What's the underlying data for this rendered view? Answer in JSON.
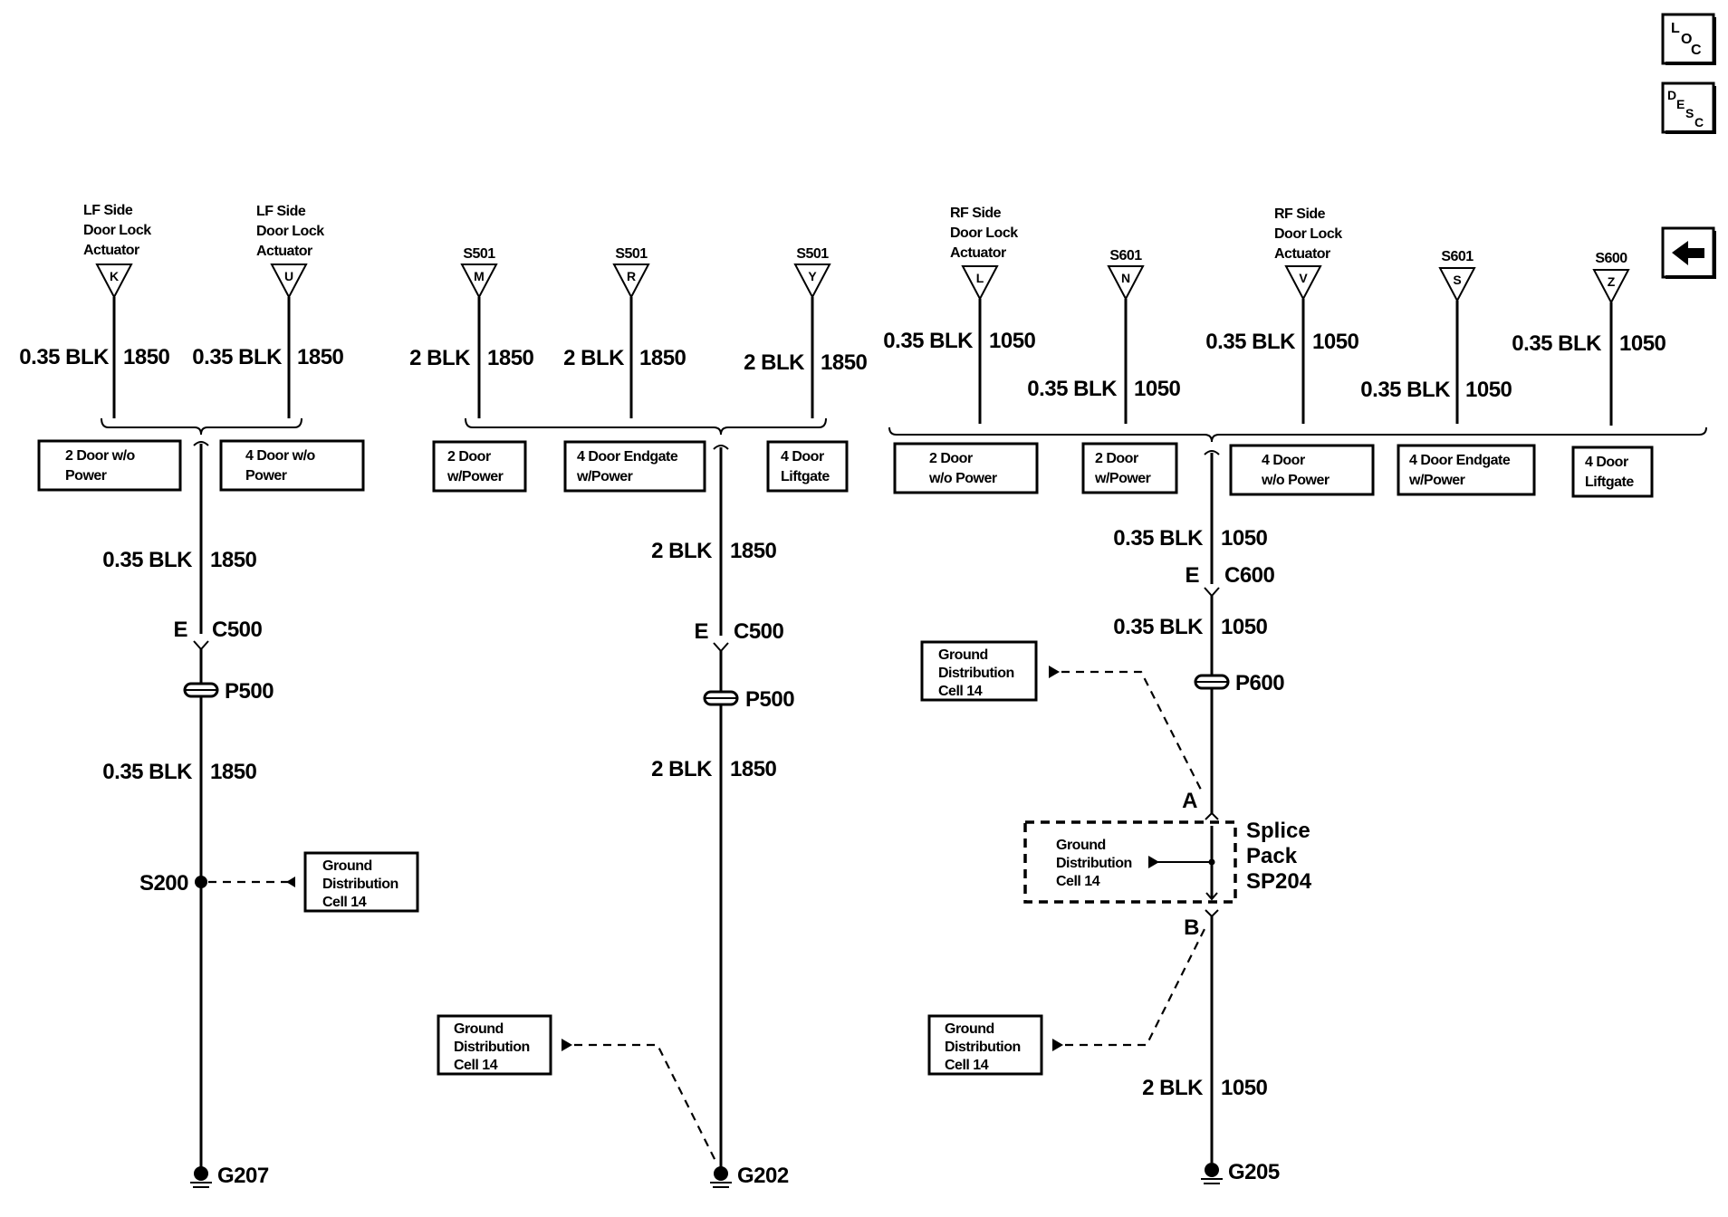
{
  "nav": {
    "loc": [
      "L",
      "O",
      "C"
    ],
    "desc": [
      "D",
      "E",
      "S",
      "C"
    ],
    "back_icon": "left-arrow-icon"
  },
  "left": {
    "connectors": [
      {
        "title": [
          "LF Side",
          "Door Lock",
          "Actuator"
        ],
        "pin": "K",
        "gauge": "0.35 BLK",
        "circuit": "1850"
      },
      {
        "title": [
          "LF Side",
          "Door Lock",
          "Actuator"
        ],
        "pin": "U",
        "gauge": "0.35 BLK",
        "circuit": "1850"
      }
    ],
    "options": [
      [
        "2 Door w/o",
        "Power"
      ],
      [
        "4 Door w/o",
        "Power"
      ]
    ],
    "wire1": {
      "gauge": "0.35 BLK",
      "circuit": "1850"
    },
    "connector": {
      "pin": "E",
      "name": "C500"
    },
    "passthrough": "P500",
    "wire2": {
      "gauge": "0.35 BLK",
      "circuit": "1850"
    },
    "splice": "S200",
    "ground_ref": [
      "Ground",
      "Distribution",
      "Cell 14"
    ],
    "ground": "G207"
  },
  "middle": {
    "connectors": [
      {
        "title": "S501",
        "pin": "M",
        "gauge": "2 BLK",
        "circuit": "1850"
      },
      {
        "title": "S501",
        "pin": "R",
        "gauge": "2 BLK",
        "circuit": "1850"
      },
      {
        "title": "S501",
        "pin": "Y",
        "gauge": "2 BLK",
        "circuit": "1850"
      }
    ],
    "options": [
      [
        "2 Door",
        "w/Power"
      ],
      [
        "4 Door Endgate",
        "w/Power"
      ],
      [
        "4 Door",
        "Liftgate"
      ]
    ],
    "wire1": {
      "gauge": "2 BLK",
      "circuit": "1850"
    },
    "connector": {
      "pin": "E",
      "name": "C500"
    },
    "passthrough": "P500",
    "wire2": {
      "gauge": "2 BLK",
      "circuit": "1850"
    },
    "ground_ref": [
      "Ground",
      "Distribution",
      "Cell 14"
    ],
    "ground": "G202"
  },
  "right": {
    "connectors": [
      {
        "title": [
          "RF Side",
          "Door Lock",
          "Actuator"
        ],
        "pin": "L",
        "gauge": "0.35 BLK",
        "circuit": "1050"
      },
      {
        "title": [
          "S601"
        ],
        "pin": "N",
        "gauge": "0.35 BLK",
        "circuit": "1050"
      },
      {
        "title": [
          "RF Side",
          "Door Lock",
          "Actuator"
        ],
        "pin": "V",
        "gauge": "0.35 BLK",
        "circuit": "1050"
      },
      {
        "title": [
          "S601"
        ],
        "pin": "S",
        "gauge": "0.35 BLK",
        "circuit": "1050"
      },
      {
        "title": [
          "S600"
        ],
        "pin": "Z",
        "gauge": "0.35 BLK",
        "circuit": "1050"
      }
    ],
    "options": [
      [
        "2 Door",
        "w/o Power"
      ],
      [
        "2 Door",
        "w/Power"
      ],
      [
        "4 Door",
        "w/o Power"
      ],
      [
        "4 Door Endgate",
        "w/Power"
      ],
      [
        "4 Door",
        "Liftgate"
      ]
    ],
    "wire1": {
      "gauge": "0.35 BLK",
      "circuit": "1050"
    },
    "connector": {
      "pin": "E",
      "name": "C600"
    },
    "wire2": {
      "gauge": "0.35 BLK",
      "circuit": "1050"
    },
    "passthrough": "P600",
    "ground_ref_top": [
      "Ground",
      "Distribution",
      "Cell 14"
    ],
    "splice_pack": {
      "pin_a": "A",
      "pin_b": "B",
      "label": [
        "Splice",
        "Pack",
        "SP204"
      ],
      "inner_ref": [
        "Ground",
        "Distribution",
        "Cell 14"
      ]
    },
    "ground_ref_bottom": [
      "Ground",
      "Distribution",
      "Cell 14"
    ],
    "wire3": {
      "gauge": "2 BLK",
      "circuit": "1050"
    },
    "ground": "G205"
  }
}
